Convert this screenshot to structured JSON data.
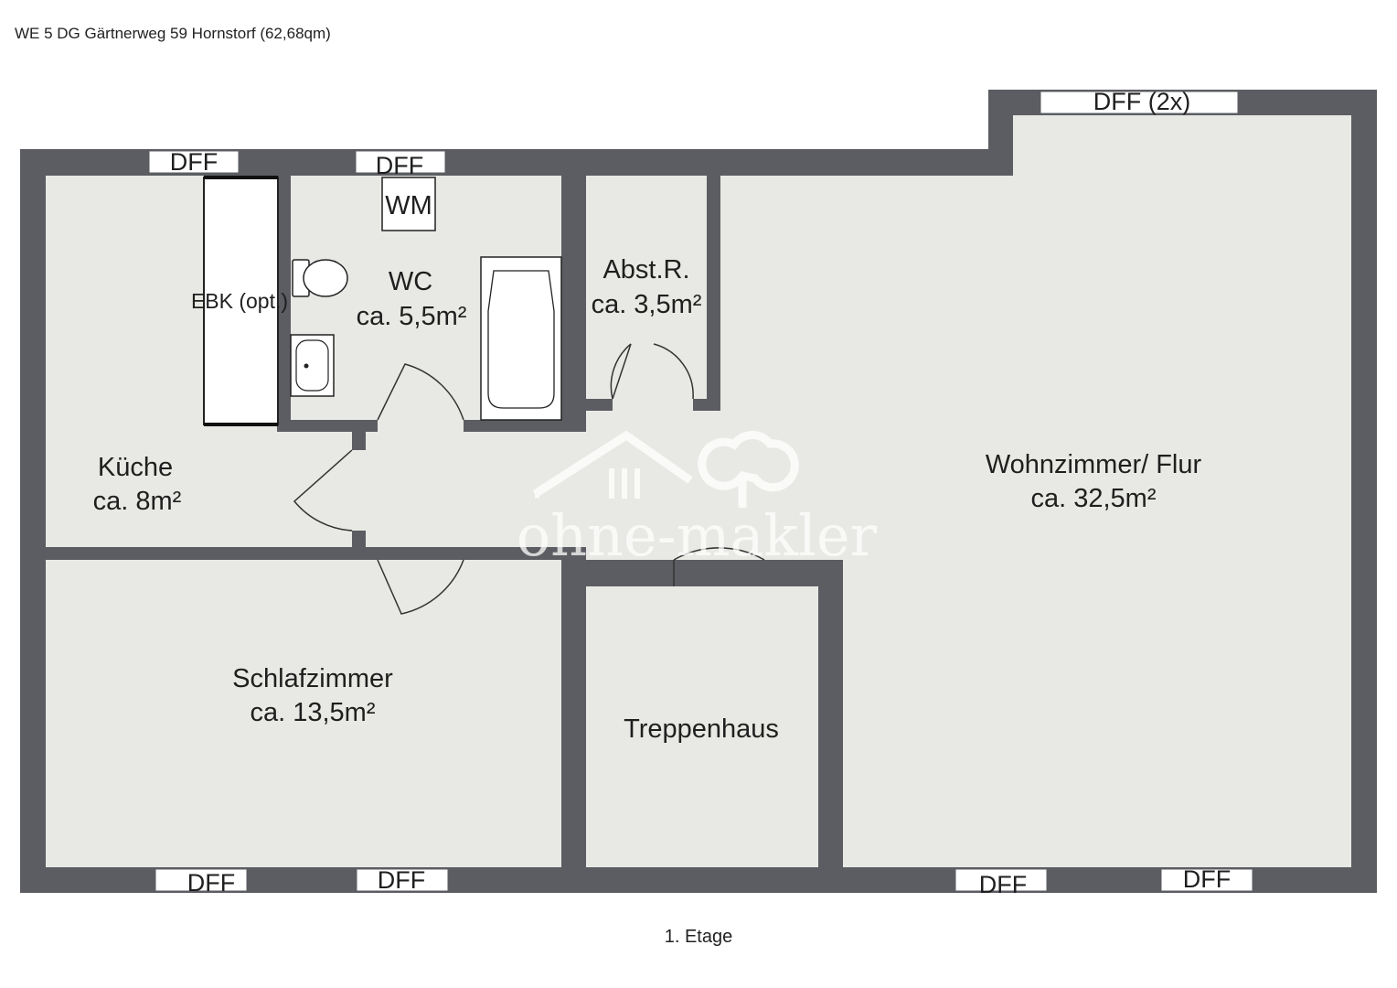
{
  "header": {
    "title": "WE 5 DG Gärtnerweg 59 Hornstorf (62,68qm)"
  },
  "footer": {
    "floor": "1. Etage"
  },
  "rooms": {
    "kueche": {
      "name": "Küche",
      "area": "ca. 8m²"
    },
    "wc": {
      "name": "WC",
      "area": "ca. 5,5m²"
    },
    "abstellraum": {
      "name": "Abst.R.",
      "area": "ca. 3,5m²"
    },
    "wohnzimmer": {
      "name": "Wohnzimmer/ Flur",
      "area": "ca. 32,5m²"
    },
    "schlafzimmer": {
      "name": "Schlafzimmer",
      "area": "ca. 13,5m²"
    },
    "treppenhaus": {
      "name": "Treppenhaus"
    }
  },
  "fixtures": {
    "washing_machine": "WM",
    "kitchen": "EBK (opt.)"
  },
  "windows": {
    "kueche": "DFF",
    "wc": "DFF",
    "wohnzimmer_top": "DFF (2x)",
    "schlafzimmer_left": "DFF",
    "schlafzimmer_right": "DFF",
    "wohnzimmer_bottom_left": "DFF",
    "wohnzimmer_bottom_right": "DFF"
  },
  "watermark": {
    "text": "ohne-makler"
  },
  "colors": {
    "wall": "#5b5d62",
    "floor": "#e8e9e4",
    "window": "#ffffff",
    "text": "#1f1f1f"
  }
}
